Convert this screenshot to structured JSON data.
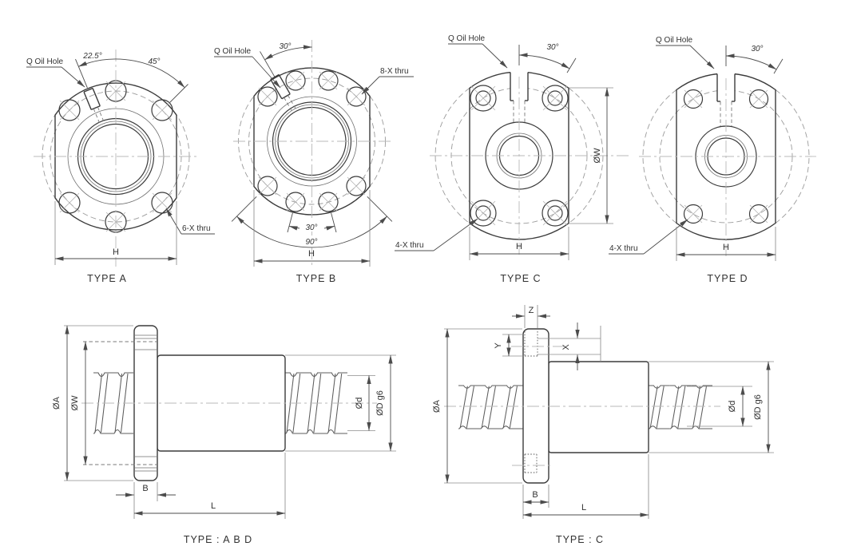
{
  "views": {
    "a": {
      "caption": "TYPE A",
      "oil_label": "Q Oil Hole",
      "angle_oil": "22.5°",
      "angle_hole": "45°",
      "holes_label": "6-X thru",
      "width_label": "H"
    },
    "b": {
      "caption": "TYPE B",
      "oil_label": "Q Oil Hole",
      "angle_oil": "30°",
      "holes_label": "8-X thru",
      "angle_pair": "30°",
      "angle_span": "90°",
      "width_label": "H"
    },
    "c": {
      "caption": "TYPE C",
      "oil_label": "Q Oil Hole",
      "angle_oil": "30°",
      "holes_label": "4-X thru",
      "bolt_circle_label": "ØW",
      "width_label": "H"
    },
    "d": {
      "caption": "TYPE D",
      "oil_label": "Q Oil Hole",
      "angle_oil": "30°",
      "holes_label": "4-X thru",
      "width_label": "H"
    },
    "abd": {
      "caption": "TYPE : A B D",
      "flange_od": "ØA",
      "pilot_d": "ØW",
      "screw_d": "Ød",
      "nut_d": "ØD g6",
      "flange_w": "B",
      "nut_len": "L"
    },
    "sc": {
      "caption": "TYPE : C",
      "flange_od": "ØA",
      "slot_w": "Z",
      "slot_depth": "Y",
      "slot_offset": "X",
      "screw_d": "Ød",
      "nut_d": "ØD g6",
      "flange_w": "B",
      "nut_len": "L"
    }
  },
  "palette": {
    "line": "#3b3b3b",
    "dim": "#4c4c4c",
    "light": "#8c8c8c",
    "centerline": "#b9b9b9",
    "background": "#ffffff"
  }
}
